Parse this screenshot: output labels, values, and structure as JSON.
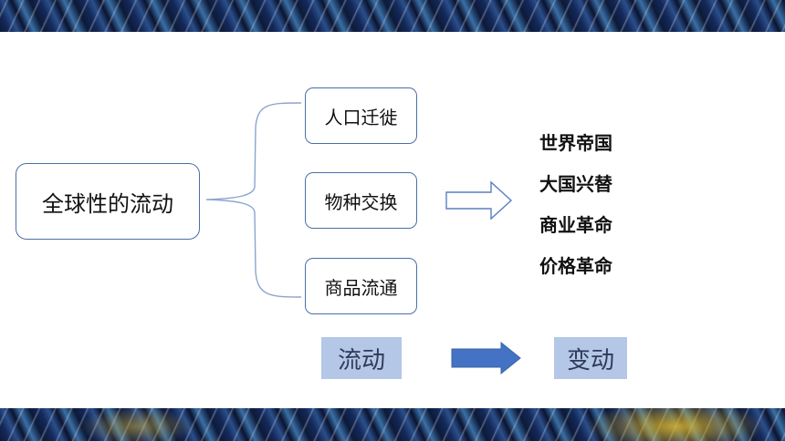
{
  "main": {
    "label": "全球性的流动"
  },
  "branches": [
    {
      "label": "人口迁徙"
    },
    {
      "label": "物种交换"
    },
    {
      "label": "商品流通"
    }
  ],
  "results": [
    {
      "label": "世界帝国"
    },
    {
      "label": "大国兴替"
    },
    {
      "label": "商业革命"
    },
    {
      "label": "价格革命"
    }
  ],
  "bottom": {
    "from": "流动",
    "to": "变动"
  },
  "colors": {
    "box_border": "#4a6fa8",
    "tag_fill": "#b4c7e7",
    "solid_arrow": "#4472c4",
    "outline_arrow": "#5b7fc0"
  }
}
